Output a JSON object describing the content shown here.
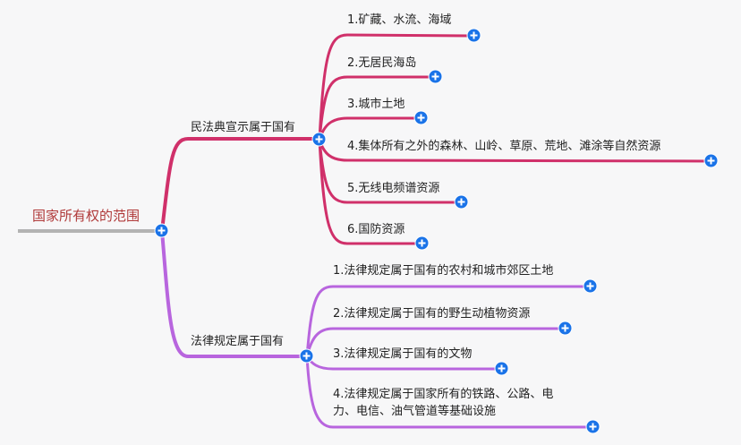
{
  "root": {
    "label": "国家所有权的范围"
  },
  "branches": [
    {
      "label": "民法典宣示属于国有",
      "children": [
        "1.矿藏、水流、海域",
        "2.无居民海岛",
        "3.城市土地",
        "4.集体所有之外的森林、山岭、草原、荒地、滩涂等自然资源",
        "5.无线电频谱资源",
        "6.国防资源"
      ]
    },
    {
      "label": "法律规定属于国有",
      "children": [
        "1.法律规定属于国有的农村和城市郊区土地",
        "2.法律规定属于国有的野生动植物资源",
        "3.法律规定属于国有的文物",
        "4.法律规定属于国家所有的铁路、公路、电",
        "力、电信、油气管道等基础设施"
      ]
    }
  ],
  "colors": {
    "root_line": "#b3b3b3",
    "branch1": "#d0306a",
    "branch2": "#b865de",
    "expand_node": "#1a73e8",
    "root_text": "#b03a3a"
  }
}
